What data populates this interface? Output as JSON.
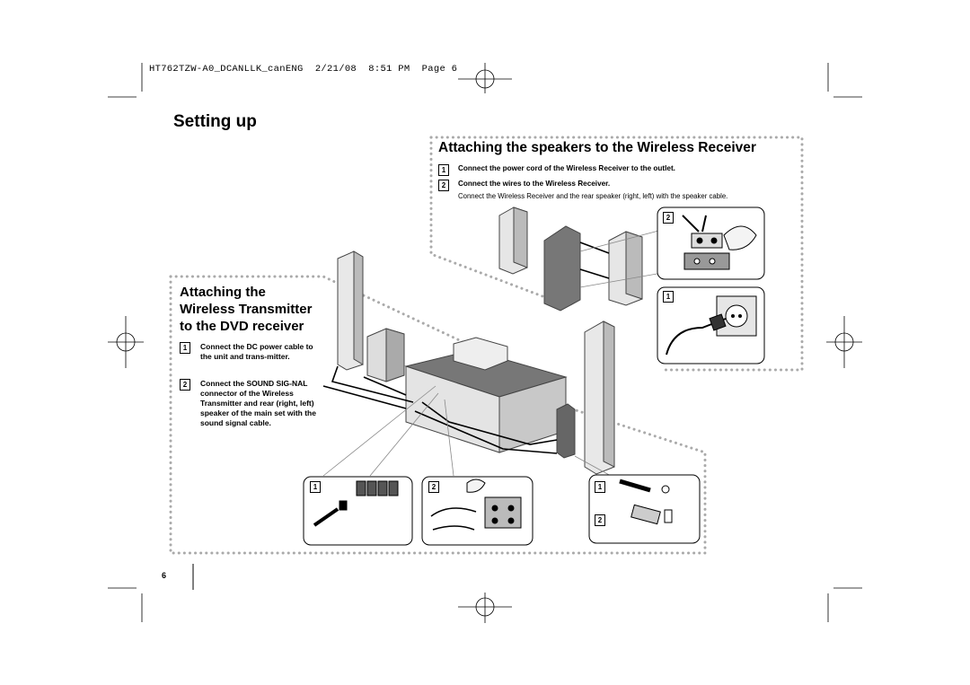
{
  "header": {
    "file_line": "HT762TZW-A0_DCANLLK_canENG  2/21/08  8:51 PM  Page 6"
  },
  "page": {
    "title": "Setting up",
    "number": "6"
  },
  "right_section": {
    "title": "Attaching the speakers to the Wireless Receiver",
    "steps": [
      {
        "num": "1",
        "text": "Connect the power cord of the Wireless Receiver to the outlet."
      },
      {
        "num": "2",
        "text": "Connect the wires to the Wireless Receiver.",
        "subtext": "Connect the Wireless Receiver and the rear speaker (right, left) with the speaker cable."
      }
    ]
  },
  "left_section": {
    "title_lines": [
      "Attaching the",
      "Wireless Transmitter",
      "to the DVD receiver"
    ],
    "steps": [
      {
        "num": "1",
        "text": "Connect the DC power cable to the unit and trans-mitter."
      },
      {
        "num": "2",
        "text": "Connect the SOUND SIG-NAL connector of the Wireless Transmitter and rear (right, left) speaker of the main set with the sound signal cable."
      }
    ]
  },
  "figure_labels": {
    "receiver_inset_2": "2",
    "receiver_inset_1": "1",
    "bottom_inset_1": "1",
    "bottom_inset_2": "2",
    "transmitter_inset_1": "1",
    "transmitter_inset_2": "2"
  }
}
